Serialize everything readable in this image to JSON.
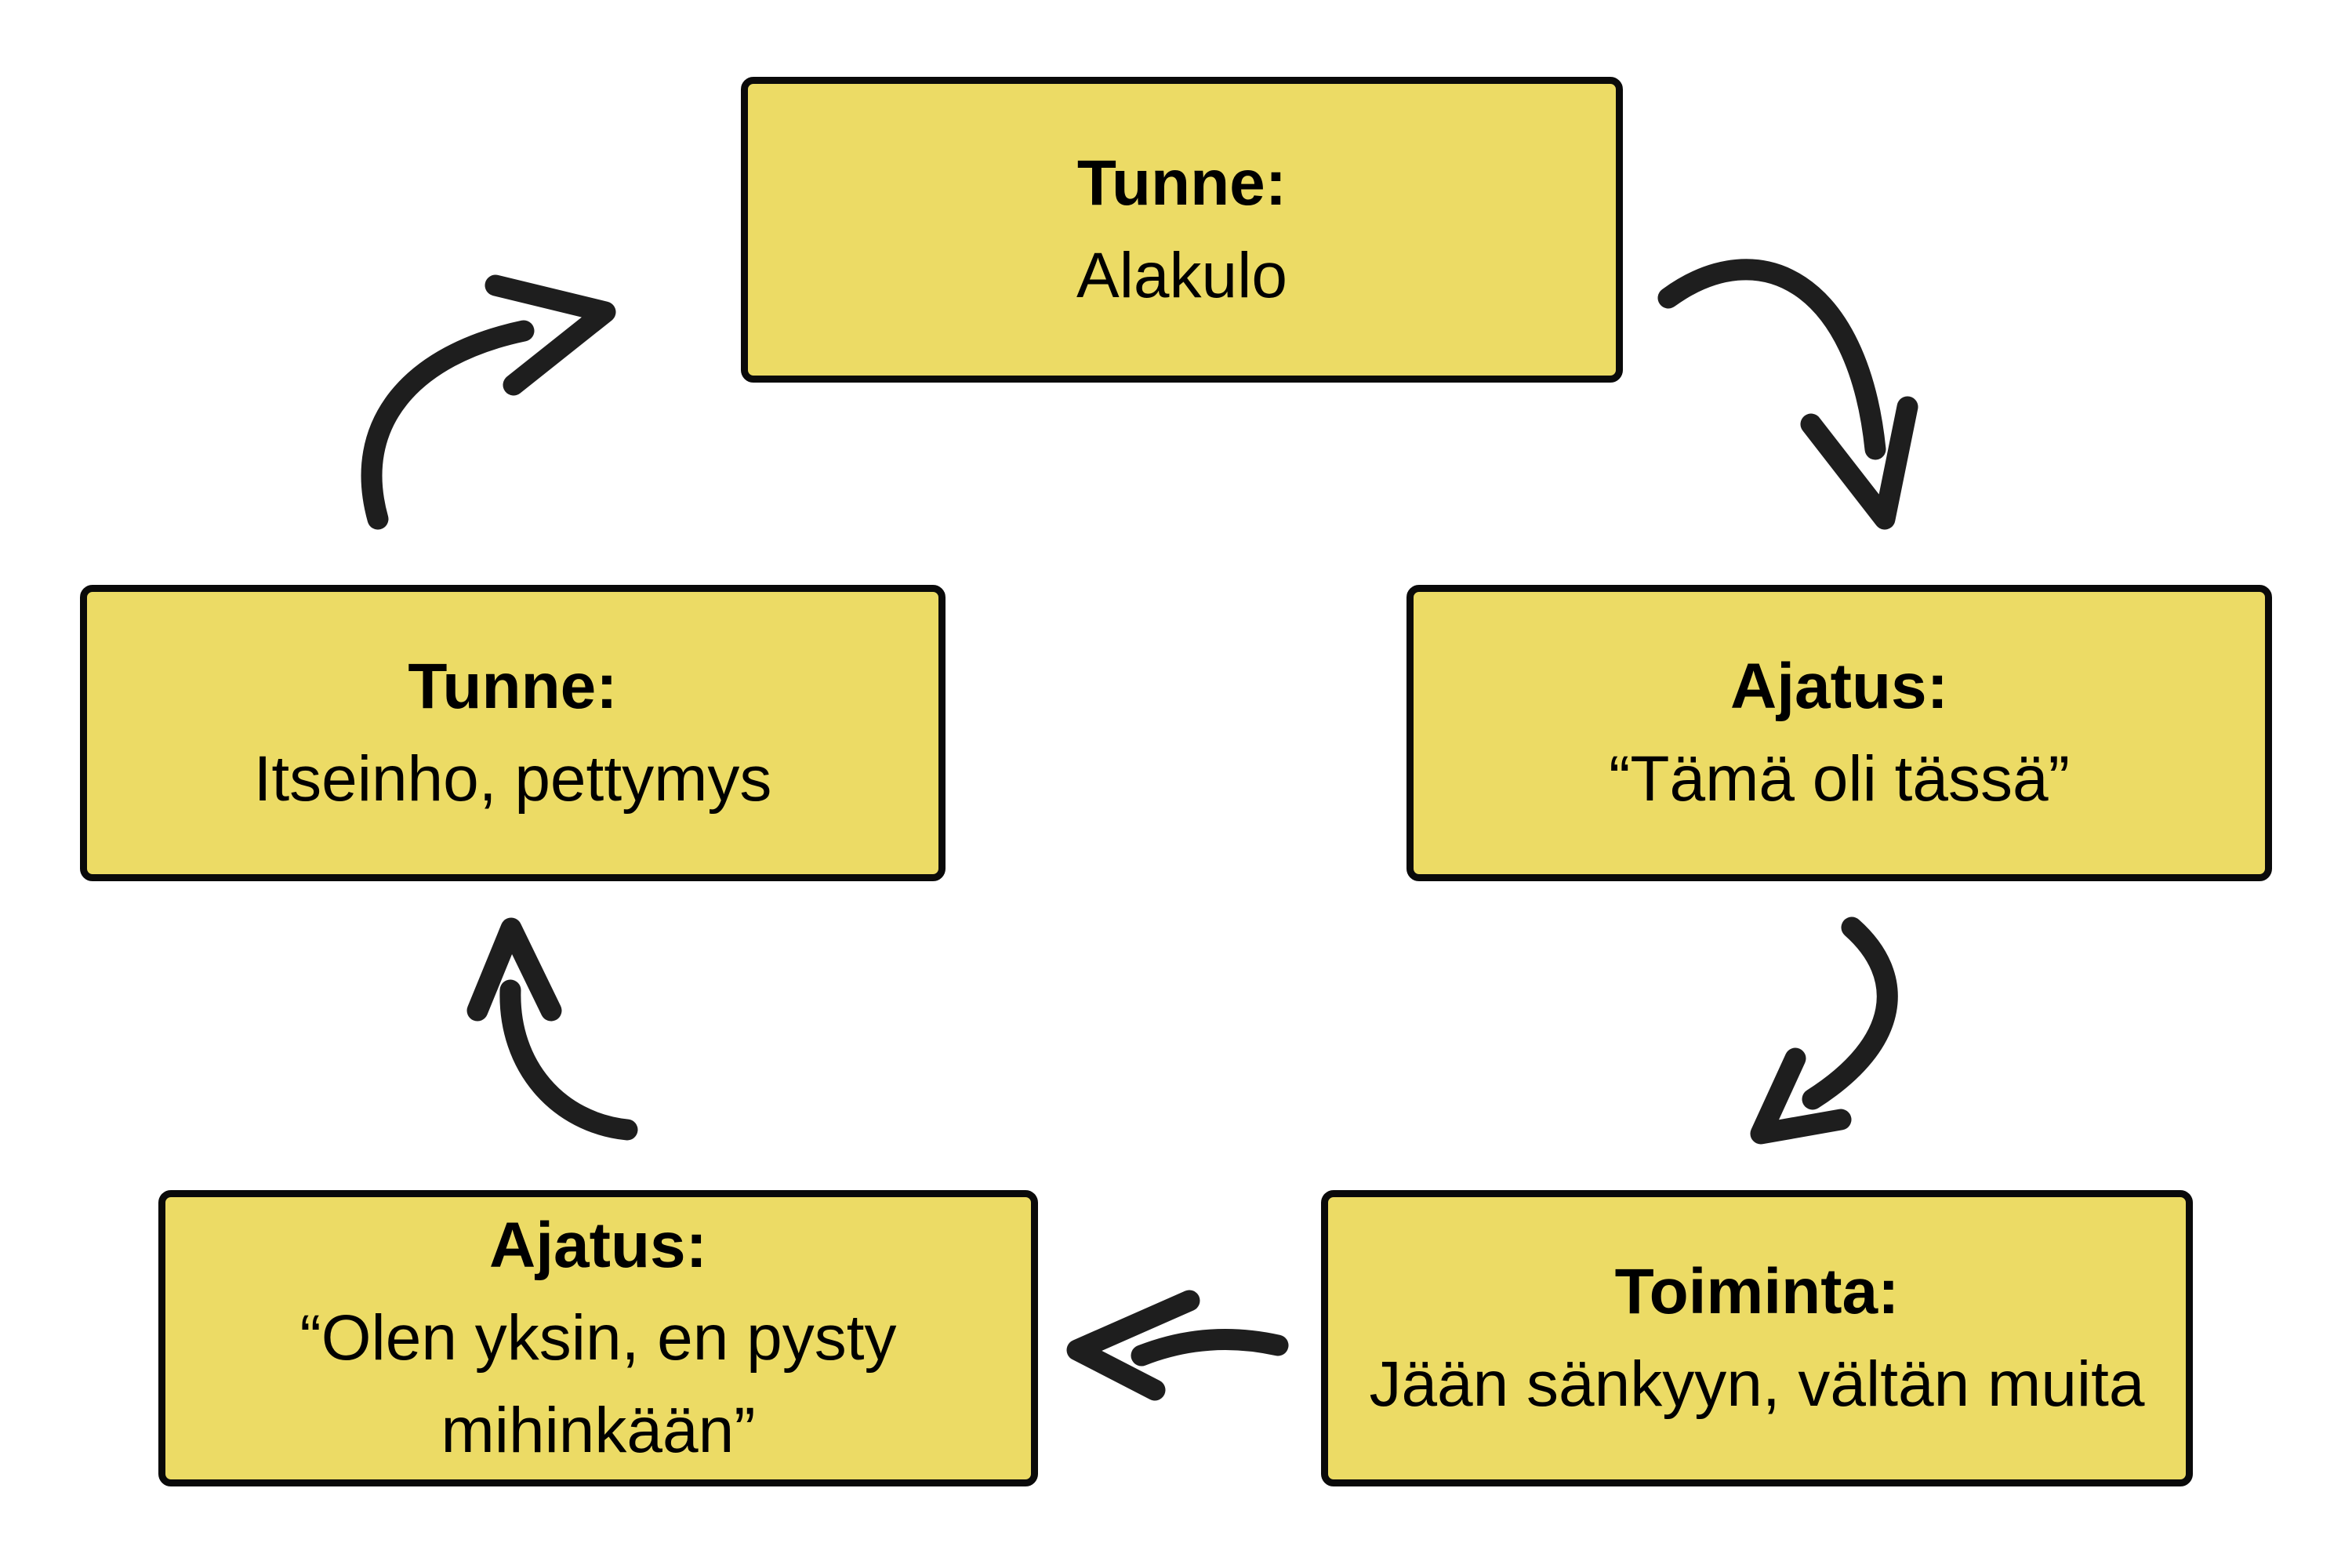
{
  "diagram": {
    "background_color": "#ffffff",
    "node_fill_color": "#ecdb65",
    "node_border_color": "#0a0a0a",
    "arrow_color": "#1e1e1e",
    "nodes": [
      {
        "id": "tunne-alakulo",
        "label": "Tunne:",
        "text": "Alakulo"
      },
      {
        "id": "ajatus-tama-oli-tassa",
        "label": "Ajatus:",
        "text": "“Tämä oli tässä”"
      },
      {
        "id": "toiminta-jaan-sankyyn",
        "label": "Toiminta:",
        "text": "Jään sänkyyn, vältän muita"
      },
      {
        "id": "ajatus-olen-yksin",
        "label": "Ajatus:",
        "text": "“Olen yksin, en pysty mihinkään”"
      },
      {
        "id": "tunne-itseinho",
        "label": "Tunne:",
        "text": "Itseinho, pettymys"
      }
    ],
    "arrows": [
      {
        "from": "tunne-alakulo",
        "to": "ajatus-tama-oli-tassa"
      },
      {
        "from": "ajatus-tama-oli-tassa",
        "to": "toiminta-jaan-sankyyn"
      },
      {
        "from": "toiminta-jaan-sankyyn",
        "to": "ajatus-olen-yksin"
      },
      {
        "from": "ajatus-olen-yksin",
        "to": "tunne-itseinho"
      },
      {
        "from": "tunne-itseinho",
        "to": "tunne-alakulo"
      }
    ]
  }
}
